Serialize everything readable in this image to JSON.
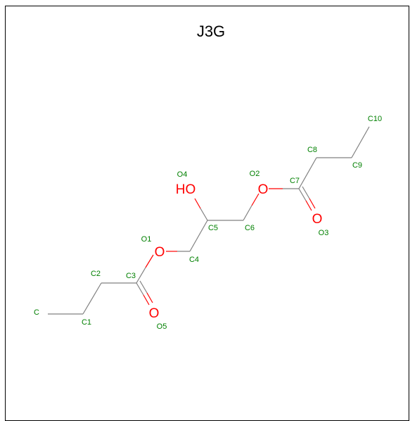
{
  "title": "J3G",
  "colors": {
    "bond": "#808080",
    "oxygen": "#ff0000",
    "label": "#008000",
    "frame": "#000000"
  },
  "heteroatoms": [
    {
      "id": "O1",
      "text": "O"
    },
    {
      "id": "O2",
      "text": "O"
    },
    {
      "id": "O3",
      "text": "O"
    },
    {
      "id": "O4",
      "text": "HO"
    },
    {
      "id": "O5",
      "text": "O"
    }
  ],
  "atom_labels": [
    "C",
    "C1",
    "C2",
    "C3",
    "C4",
    "C5",
    "C6",
    "C7",
    "C8",
    "C9",
    "C10",
    "O1",
    "O2",
    "O3",
    "O4",
    "O5"
  ]
}
